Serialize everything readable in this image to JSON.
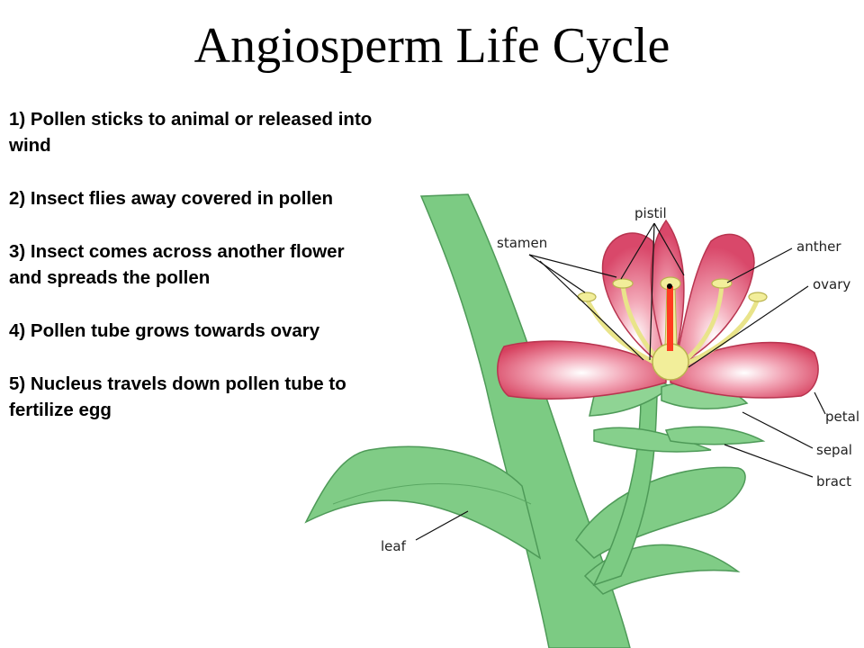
{
  "title": "Angiosperm Life Cycle",
  "steps": [
    "1) Pollen sticks to animal or released into wind",
    "2) Insect flies away covered in pollen",
    "3) Insect comes across another flower and spreads the pollen",
    "4) Pollen tube grows towards ovary",
    "5) Nucleus travels down pollen tube to fertilize egg"
  ],
  "diagram_labels": {
    "pistil": "pistil",
    "stamen": "stamen",
    "anther": "anther",
    "ovary": "ovary",
    "petal": "petal",
    "sepal": "sepal",
    "bract": "bract",
    "leaf": "leaf"
  },
  "colors": {
    "stem": "#7ccb83",
    "petal": "#d94a68",
    "pollen_tube": "#ff3b1f"
  }
}
